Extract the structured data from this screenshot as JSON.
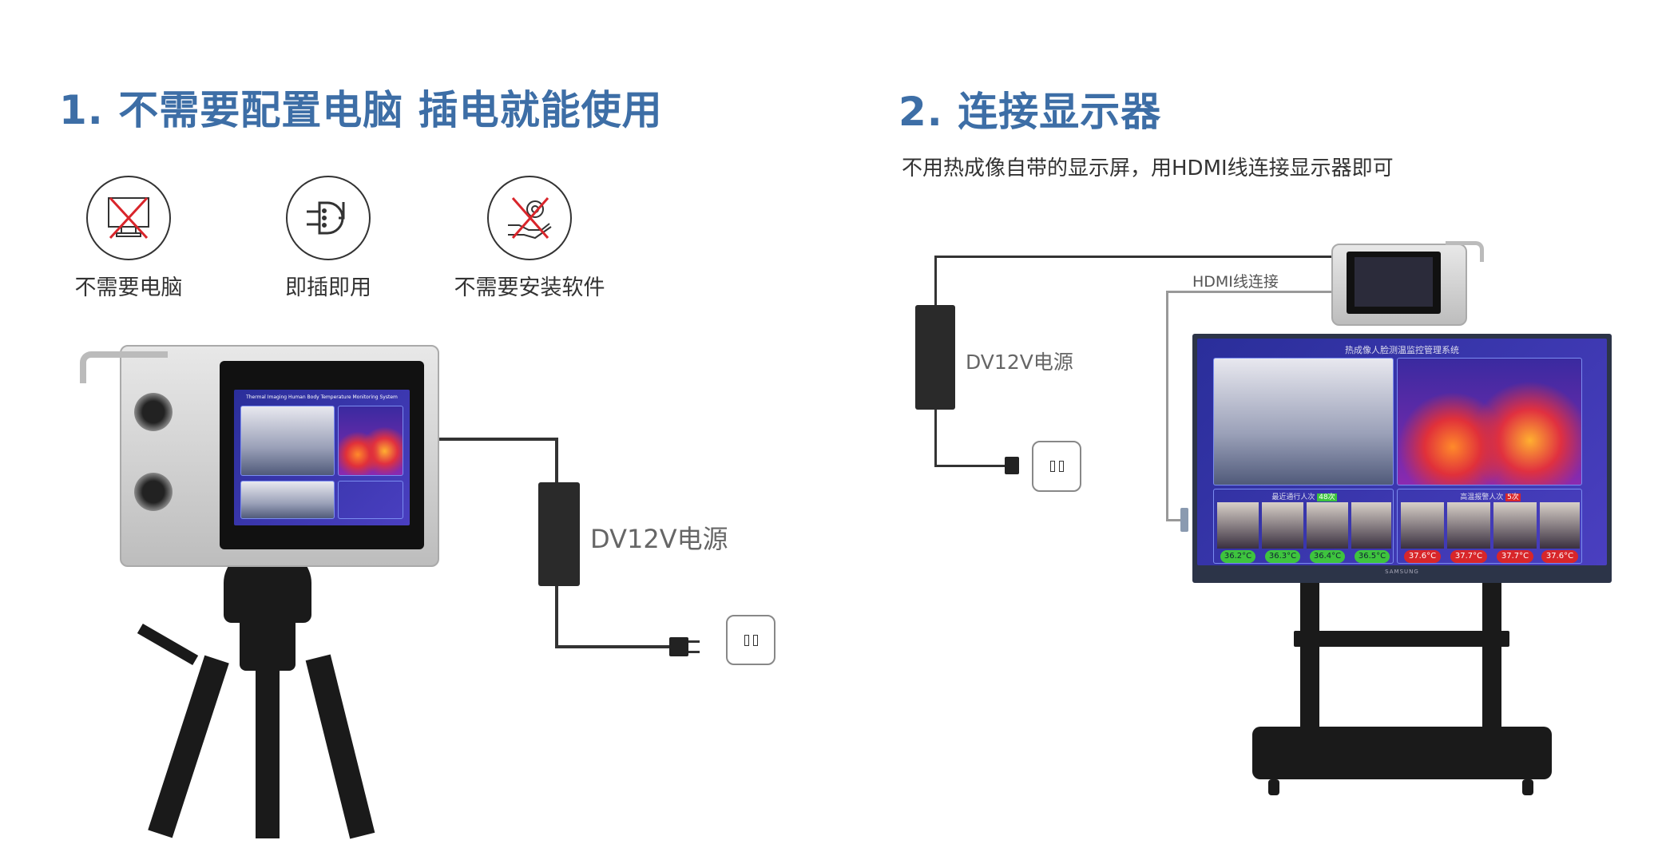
{
  "section1": {
    "title": "1. 不需要配置电脑  插电就能使用",
    "features": [
      {
        "label": "不需要电脑",
        "icon": "no-computer-icon"
      },
      {
        "label": "即插即用",
        "icon": "plug-icon"
      },
      {
        "label": "不需要安装软件",
        "icon": "no-software-icon"
      }
    ],
    "device_screen_title": "Thermal Imaging Human Body Temperature Monitoring System",
    "power_label": "DV12V电源"
  },
  "section2": {
    "title": "2. 连接显示器",
    "subtitle": "不用热成像自带的显示屏，用HDMI线连接显示器即可",
    "hdmi_label": "HDMI线连接",
    "power_label": "DV12V电源",
    "monitor": {
      "system_title": "热成像人脸测温监控管理系统",
      "recent_label": "最近通行人次",
      "recent_count": "48次",
      "alarm_label": "高温报警人次",
      "alarm_count": "5次",
      "normal_temps": [
        "36.2°C",
        "36.3°C",
        "36.4°C",
        "36.5°C"
      ],
      "alarm_temps": [
        "37.6°C",
        "37.7°C",
        "37.7°C",
        "37.6°C"
      ],
      "brand": "SAMSUNG"
    }
  },
  "colors": {
    "title": "#3d6ea6",
    "cross": "#d9252b",
    "normal_badge": "#3ec43e",
    "alarm_badge": "#d8262a"
  }
}
